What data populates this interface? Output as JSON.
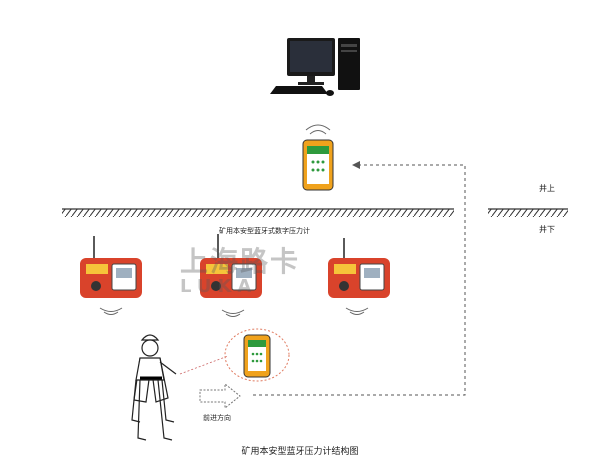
{
  "labels": {
    "above_ground": "井上",
    "below_ground": "井下",
    "device_title": "矿用本安型蓝牙式数字压力计",
    "walking_direction": "前进方向",
    "caption": "矿用本安型蓝牙压力计结构图"
  },
  "watermark": {
    "line1": "上海路卡",
    "line2": "LUKA"
  },
  "colors": {
    "device_red": "#d9432b",
    "ground_line": "#333333",
    "dashed_link": "#555555",
    "phone_frame": "#f0a21c",
    "app_green": "#2e9a3d",
    "monitor": "#1a1a1a"
  },
  "icons": {
    "pc": "desktop-computer-icon",
    "phone": "smartphone-icon",
    "gauge": "pressure-gauge-icon",
    "worker": "miner-worker-icon",
    "signal": "bluetooth-signal-icon"
  }
}
